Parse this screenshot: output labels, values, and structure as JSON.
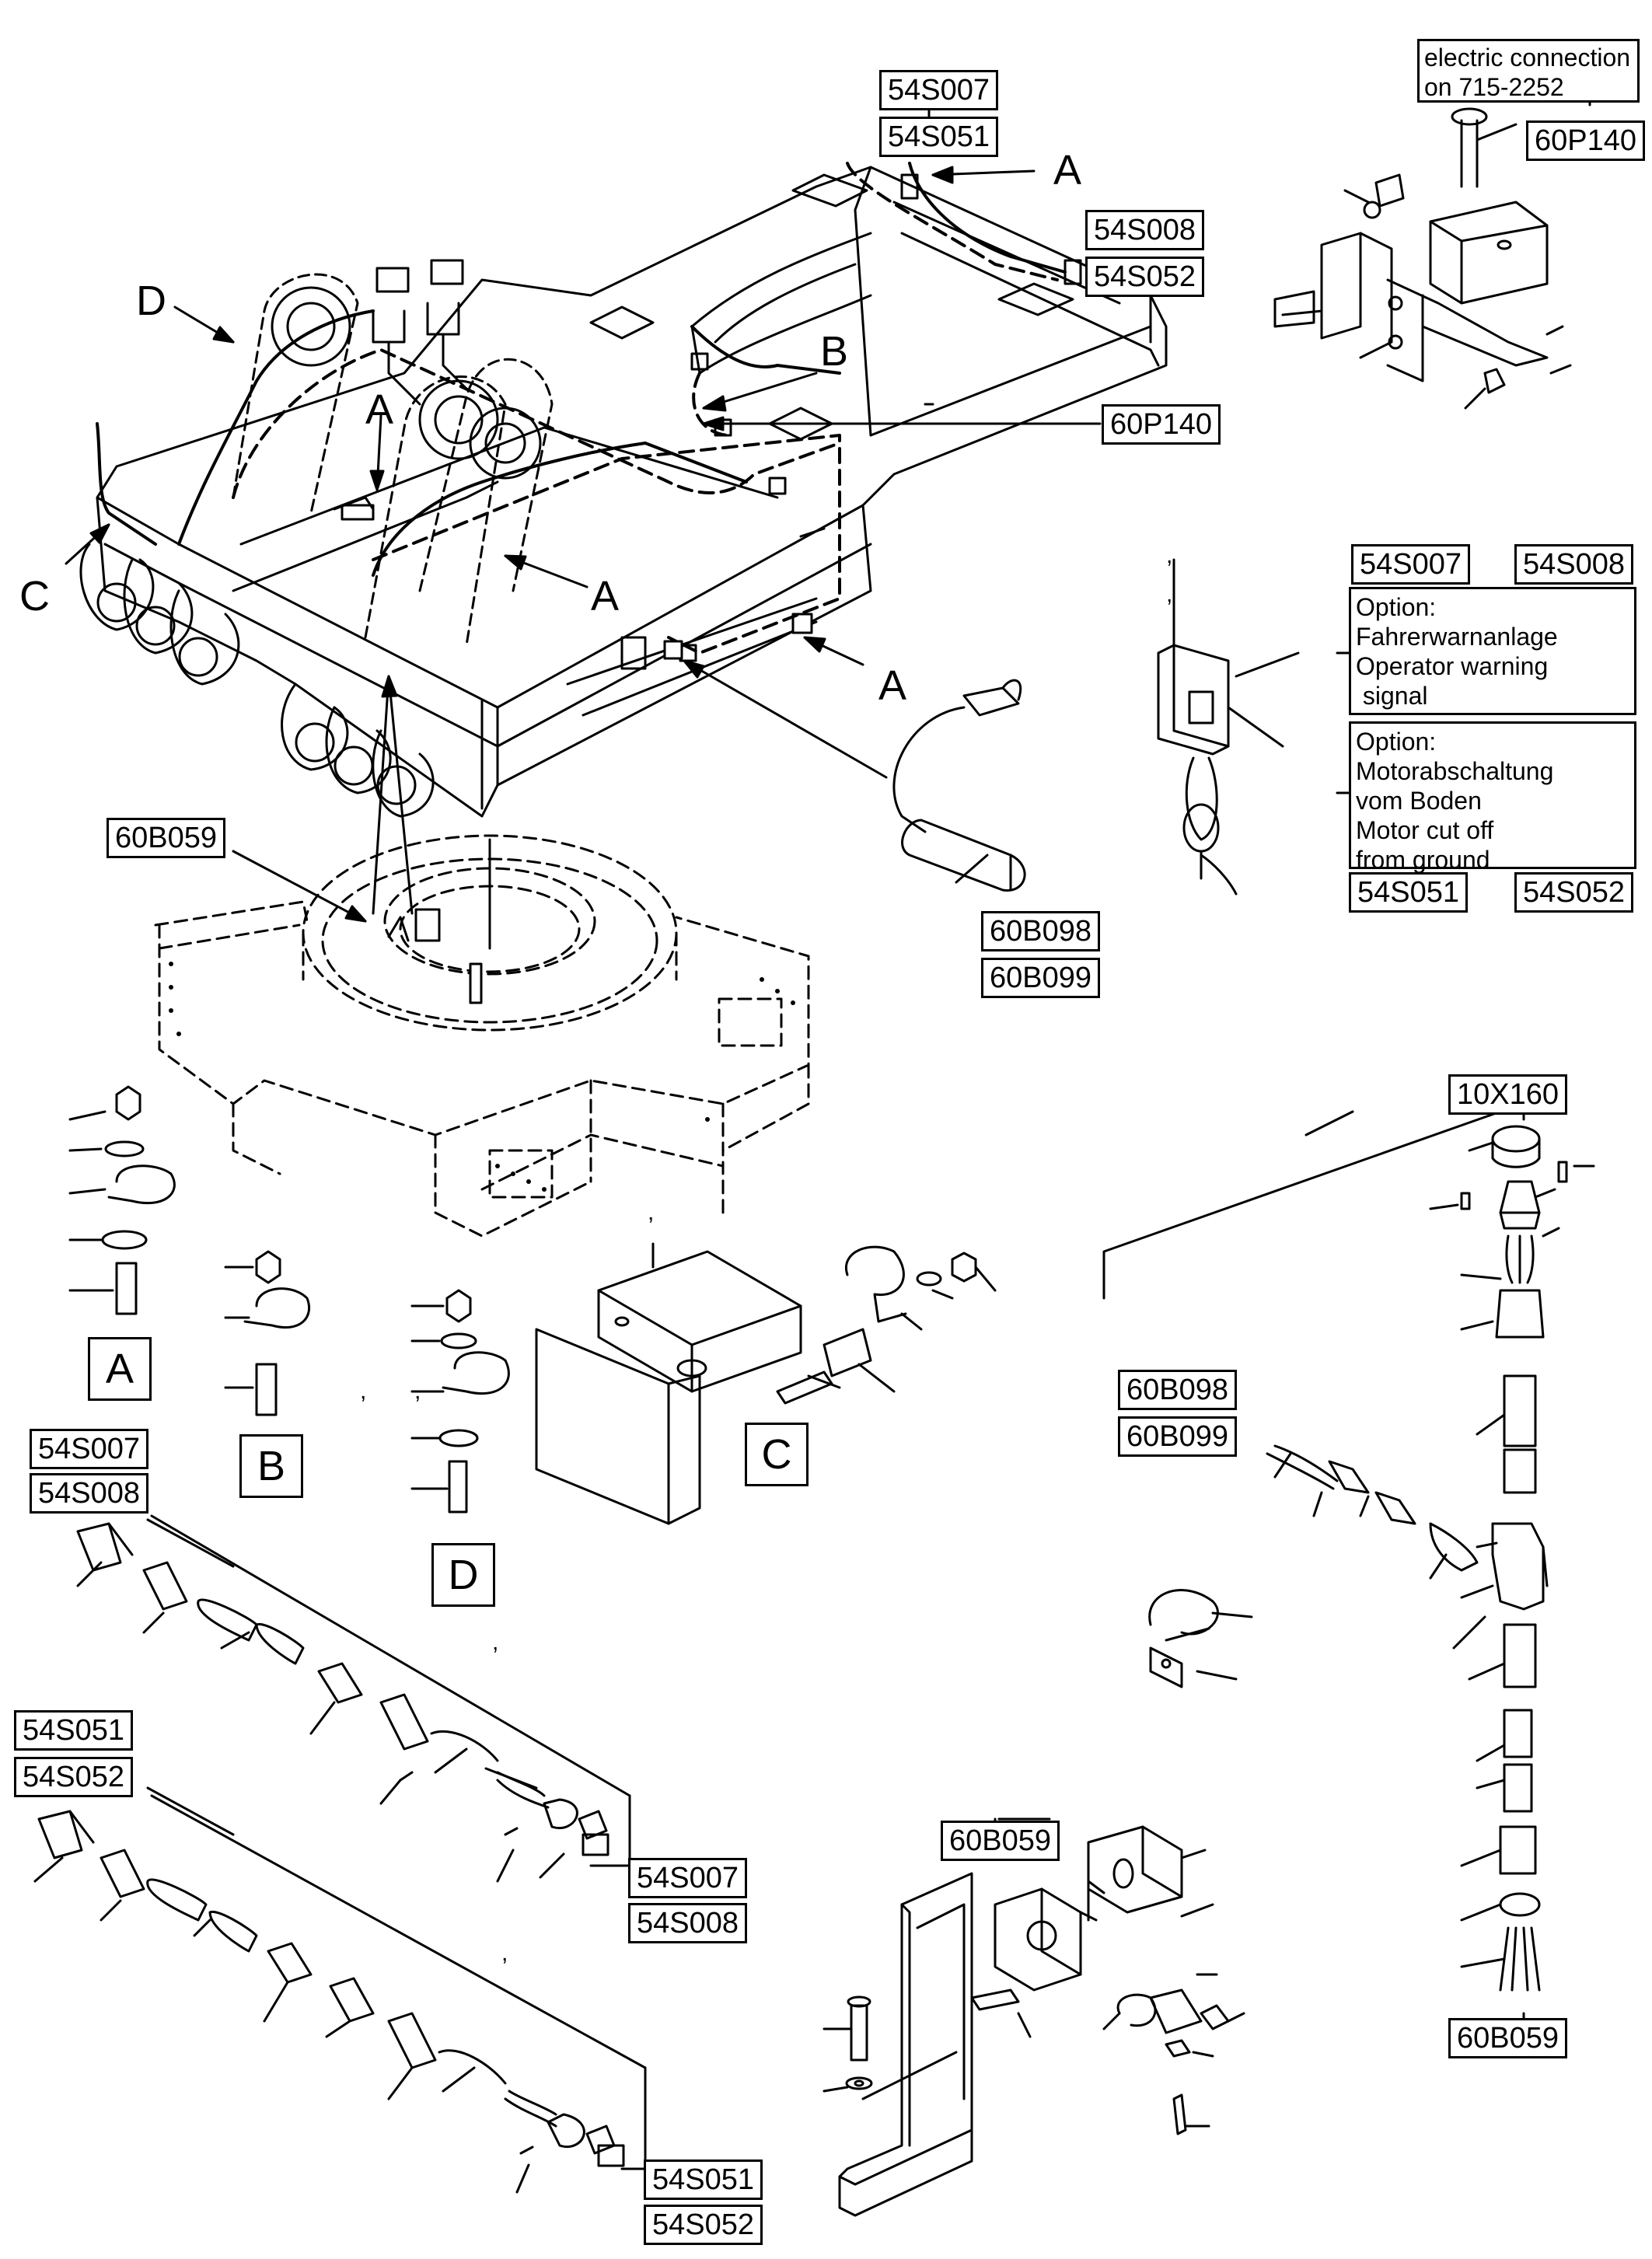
{
  "refs": {
    "s007": "54S007",
    "s051": "54S051",
    "s008": "54S008",
    "s052": "54S052",
    "p140": "60P140",
    "b059": "60B059",
    "b098": "60B098",
    "b099": "60B099",
    "x160": "10X160"
  },
  "callouts": {
    "a": "A",
    "b": "B",
    "c": "C",
    "d": "D"
  },
  "notes": {
    "electric_line1": "electric connection",
    "electric_line2": "on 715-2252",
    "option_warning_line1": "Option:",
    "option_warning_line2": "Fahrerwarnanlage",
    "option_warning_line3": "Operator warning",
    "option_warning_line4": " signal",
    "option_cutoff_line1": "Option:",
    "option_cutoff_line2": "Motorabschaltung",
    "option_cutoff_line3": "vom Boden",
    "option_cutoff_line4": "Motor cut off",
    "option_cutoff_line5": "from ground"
  },
  "tick_mark": ","
}
